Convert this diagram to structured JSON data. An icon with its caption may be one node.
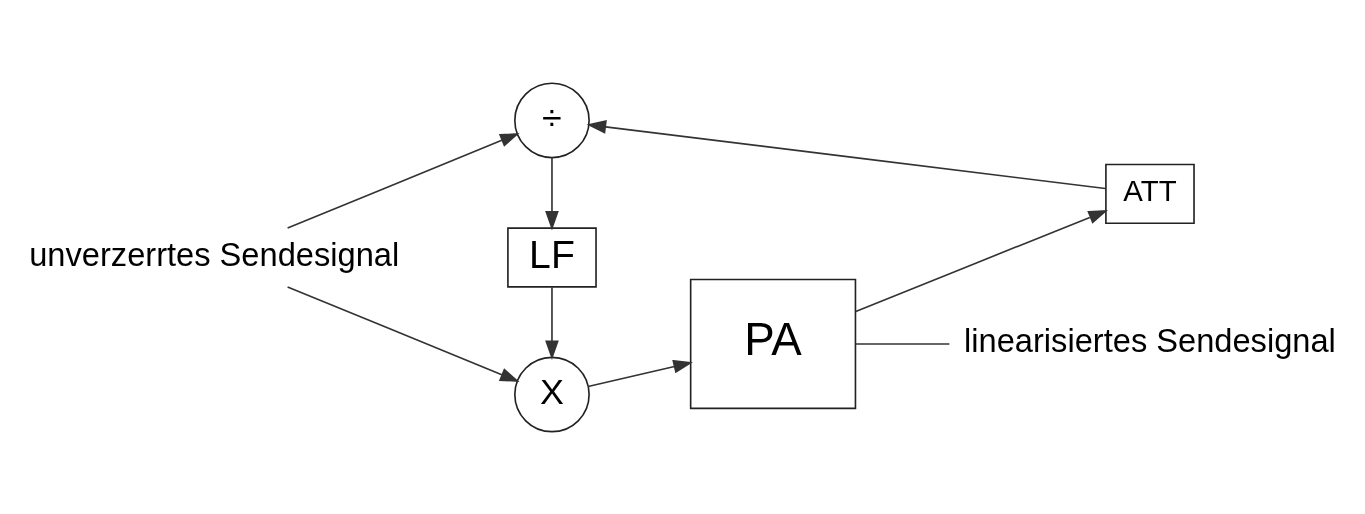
{
  "diagram": {
    "nodes": [
      {
        "text": [
          "unverzerrtes Sendesignal"
        ]
      },
      {
        "text": [
          "X"
        ]
      },
      {
        "text": [
          "PA"
        ]
      },
      {
        "text": [
          "linearisiertes Sendesignal"
        ]
      },
      {
        "text": [
          "LF"
        ]
      },
      {
        "text": [
          "÷"
        ]
      },
      {
        "text": [
          "ATT"
        ]
      }
    ],
    "edges": [
      {
        "from": 0,
        "to": 1,
        "arrow": "to"
      },
      {
        "from": 0,
        "to": 5,
        "arrow": "to"
      },
      {
        "from": 1,
        "to": 2,
        "arrow": "to"
      },
      {
        "from": 2,
        "to": 3,
        "arrow": "none"
      },
      {
        "from": 2,
        "to": 6,
        "arrow": "to"
      },
      {
        "from": 6,
        "to": 5,
        "arrow": "to"
      },
      {
        "from": 5,
        "to": 4,
        "arrow": "to"
      },
      {
        "from": 4,
        "to": 1,
        "arrow": "to"
      }
    ]
  }
}
